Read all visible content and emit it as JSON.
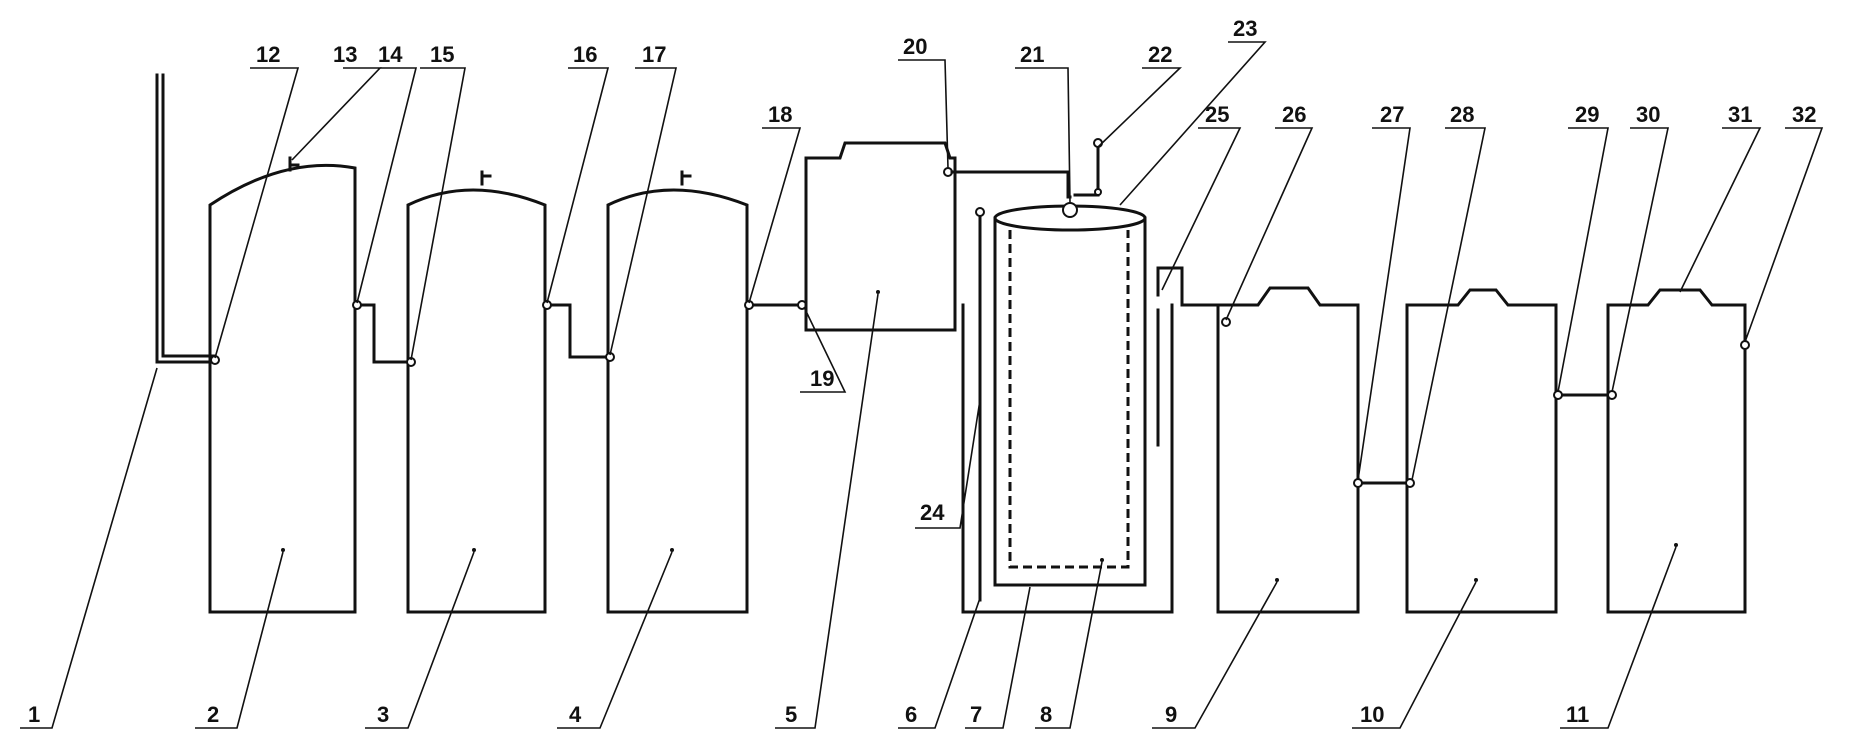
{
  "labels": {
    "n1": "1",
    "n2": "2",
    "n3": "3",
    "n4": "4",
    "n5": "5",
    "n6": "6",
    "n7": "7",
    "n8": "8",
    "n9": "9",
    "n10": "10",
    "n11": "11",
    "n12": "12",
    "n13": "13",
    "n14": "14",
    "n15": "15",
    "n16": "16",
    "n17": "17",
    "n18": "18",
    "n19": "19",
    "n20": "20",
    "n21": "21",
    "n22": "22",
    "n23": "23",
    "n24": "24",
    "n25": "25",
    "n26": "26",
    "n27": "27",
    "n28": "28",
    "n29": "29",
    "n30": "30",
    "n31": "31",
    "n32": "32"
  }
}
